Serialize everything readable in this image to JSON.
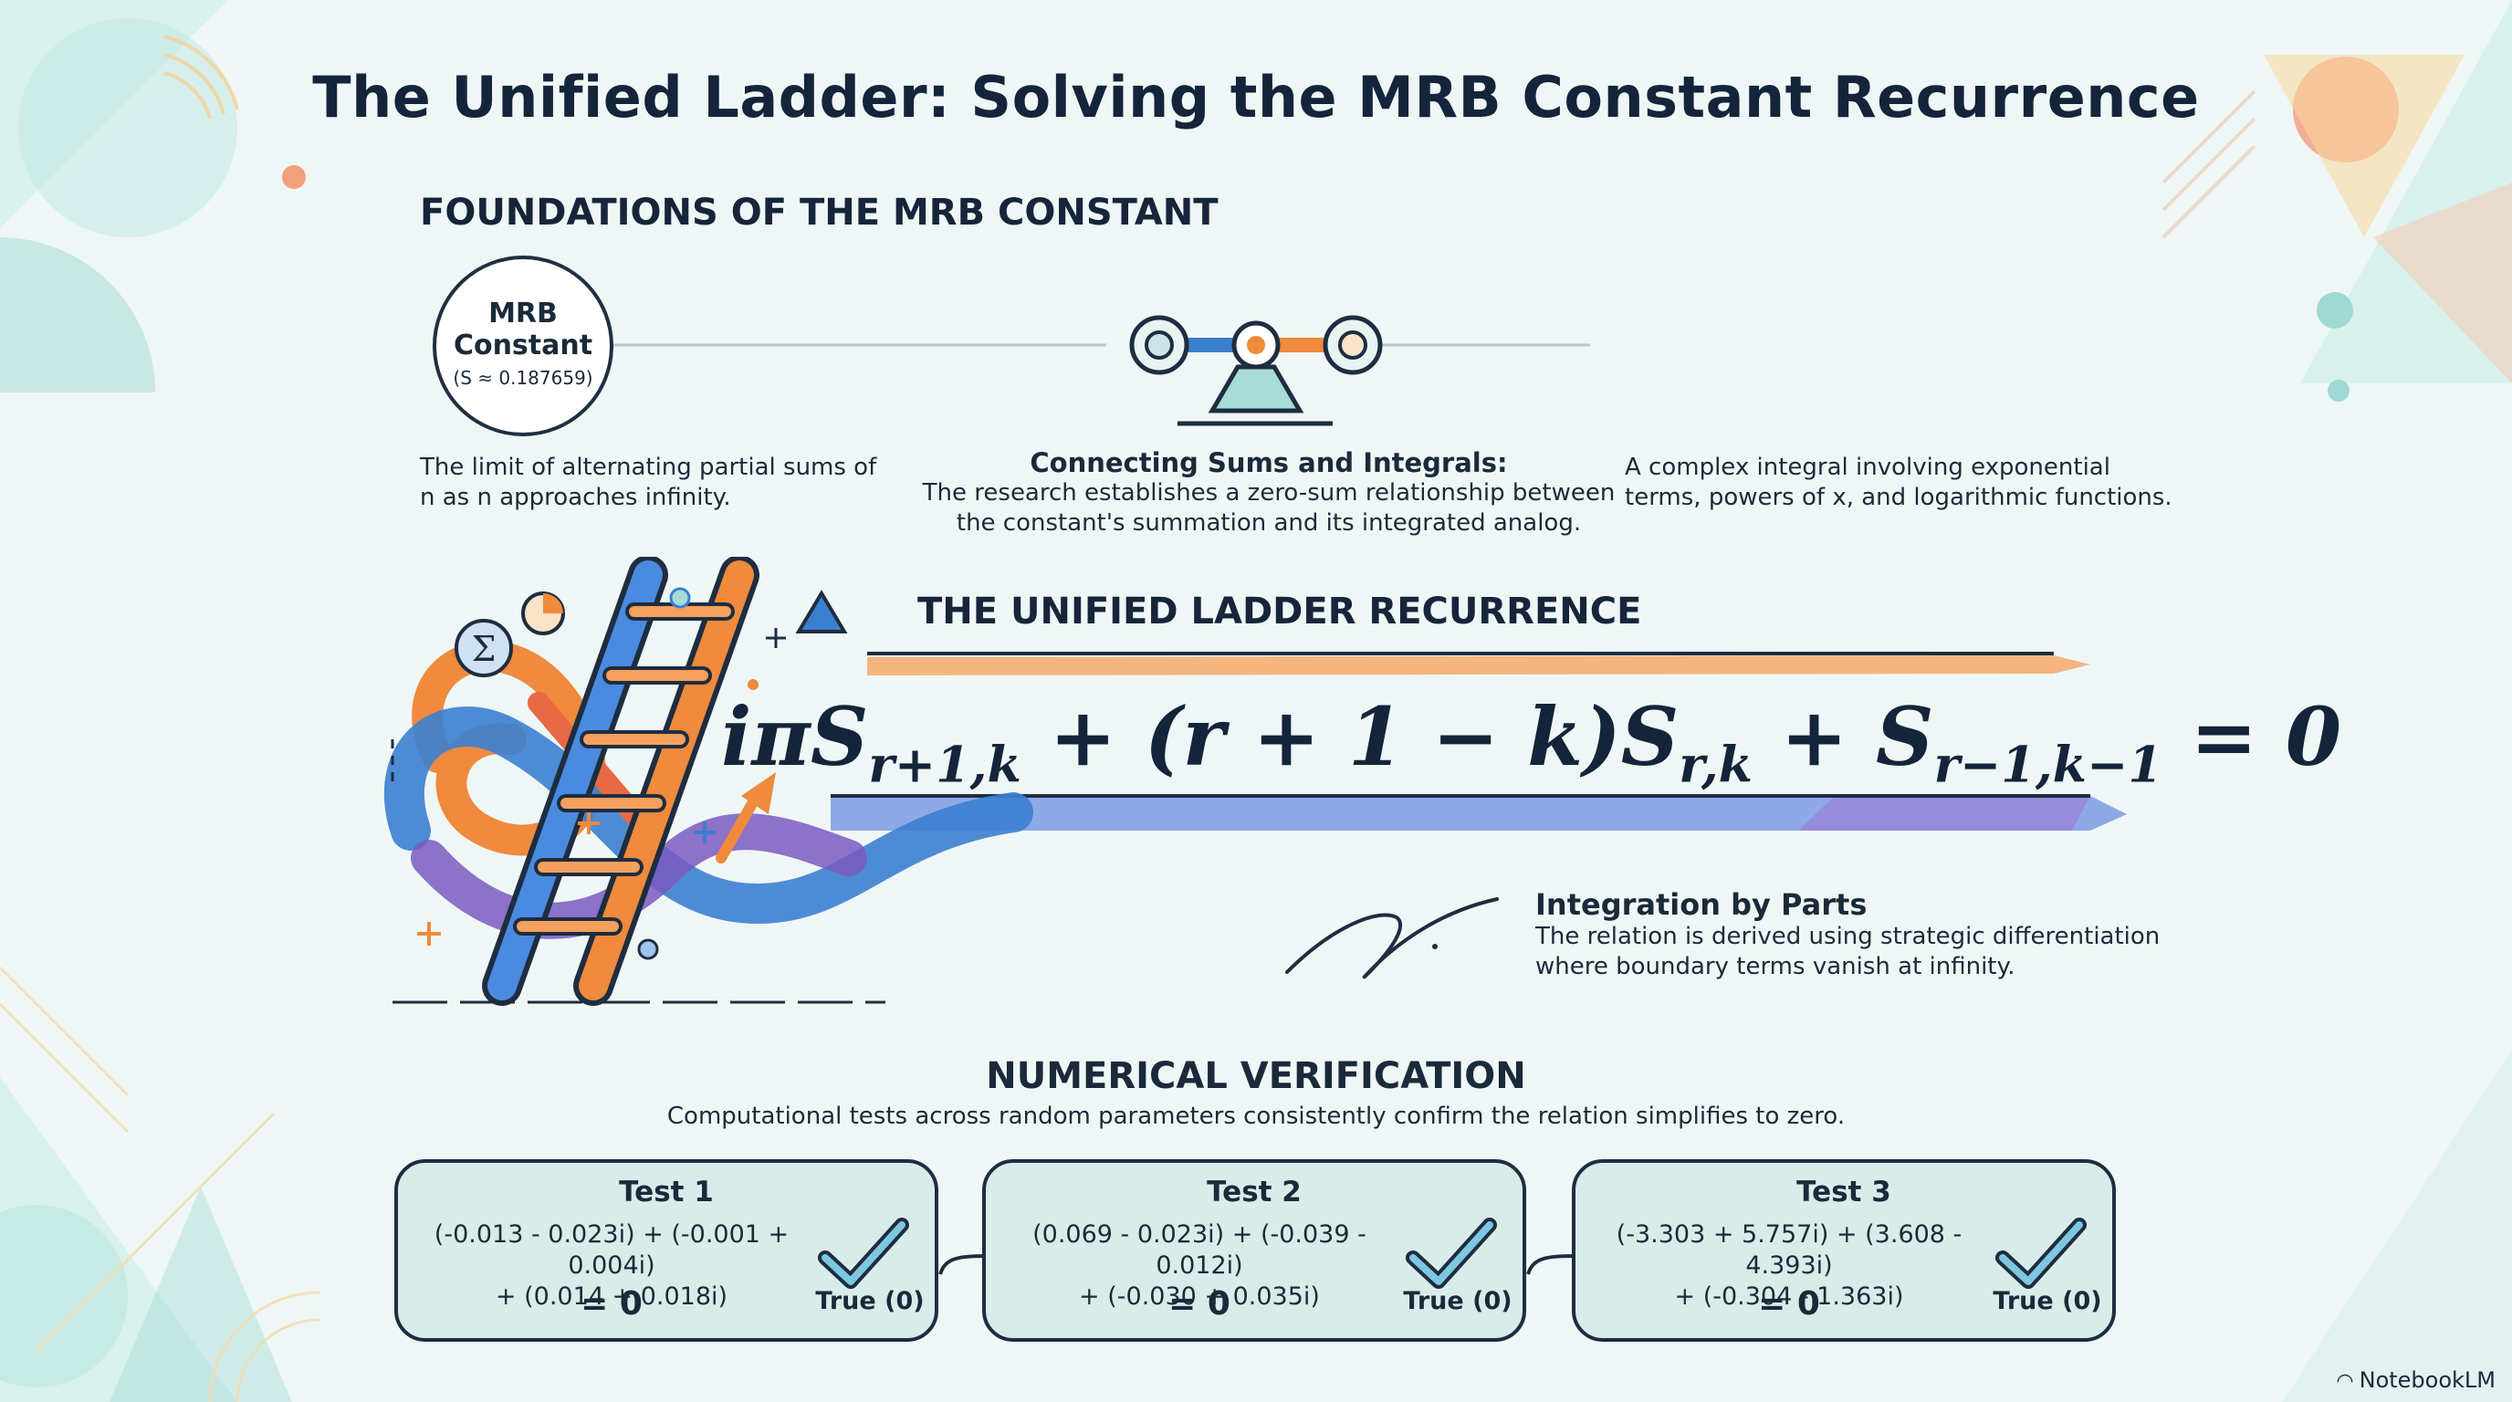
{
  "page": {
    "title": "The Unified Ladder: Solving the MRB Constant Recurrence"
  },
  "foundations": {
    "heading": "FOUNDATIONS OF THE MRB CONSTANT",
    "mrb_circle": {
      "line1": "MRB",
      "line2": "Constant",
      "value": "(S ≈ 0.187659)"
    },
    "mrb_description": "The limit of alternating partial sums of n as n approaches infinity.",
    "connecting_title": "Connecting Sums and Integrals:",
    "connecting_description": "The research establishes a zero-sum relationship between the constant's summation and its integrated analog.",
    "integral_description": "A complex integral involving exponential terms, powers of x, and logarithmic functions."
  },
  "recurrence": {
    "heading": "THE UNIFIED LADDER RECURRENCE",
    "eq": {
      "t1": "iπS",
      "s1": "r+1,k",
      "t2": " + (r + 1 − k)S",
      "s2": "r,k",
      "t3": " + S",
      "s3": "r−1,k−1",
      "t4": " = 0"
    },
    "parts_title": "Integration by Parts",
    "parts_description": "The relation is derived using strategic differentiation where boundary terms vanish at infinity."
  },
  "verification": {
    "heading": "NUMERICAL VERIFICATION",
    "description": "Computational tests across random parameters consistently confirm the relation simplifies to zero.",
    "tests": [
      {
        "title": "Test 1",
        "line1": "(-0.013 - 0.023i) + (-0.001 + 0.004i)",
        "line2": "+ (0.014 + 0.018i)",
        "result": "= 0",
        "verdict": "True (0)"
      },
      {
        "title": "Test 2",
        "line1": "(0.069 - 0.023i) + (-0.039 - 0.012i)",
        "line2": "+ (-0.030 + 0.035i)",
        "result": "= 0",
        "verdict": "True (0)"
      },
      {
        "title": "Test 3",
        "line1": "(-3.303 + 5.757i) + (3.608 - 4.393i)",
        "line2": "+ (-0.304 - 1.363i)",
        "result": "= 0",
        "verdict": "True (0)"
      }
    ]
  },
  "brand": {
    "name": "NotebookLM"
  },
  "colors": {
    "accent_blue": "#3b7fd1",
    "accent_orange": "#f08a3c",
    "accent_purple": "#7a5bc0",
    "accent_teal": "#8fd3cf",
    "card_fill": "#d9ecea",
    "ink": "#14243a"
  },
  "icons": [
    "balance-scale-icon",
    "ladder-illustration",
    "sigma-icon",
    "pie-chart-icon",
    "triangle-icon",
    "signature-curve-icon",
    "checkmark-icon",
    "arrow-right-icon",
    "notebooklm-logo-icon"
  ]
}
